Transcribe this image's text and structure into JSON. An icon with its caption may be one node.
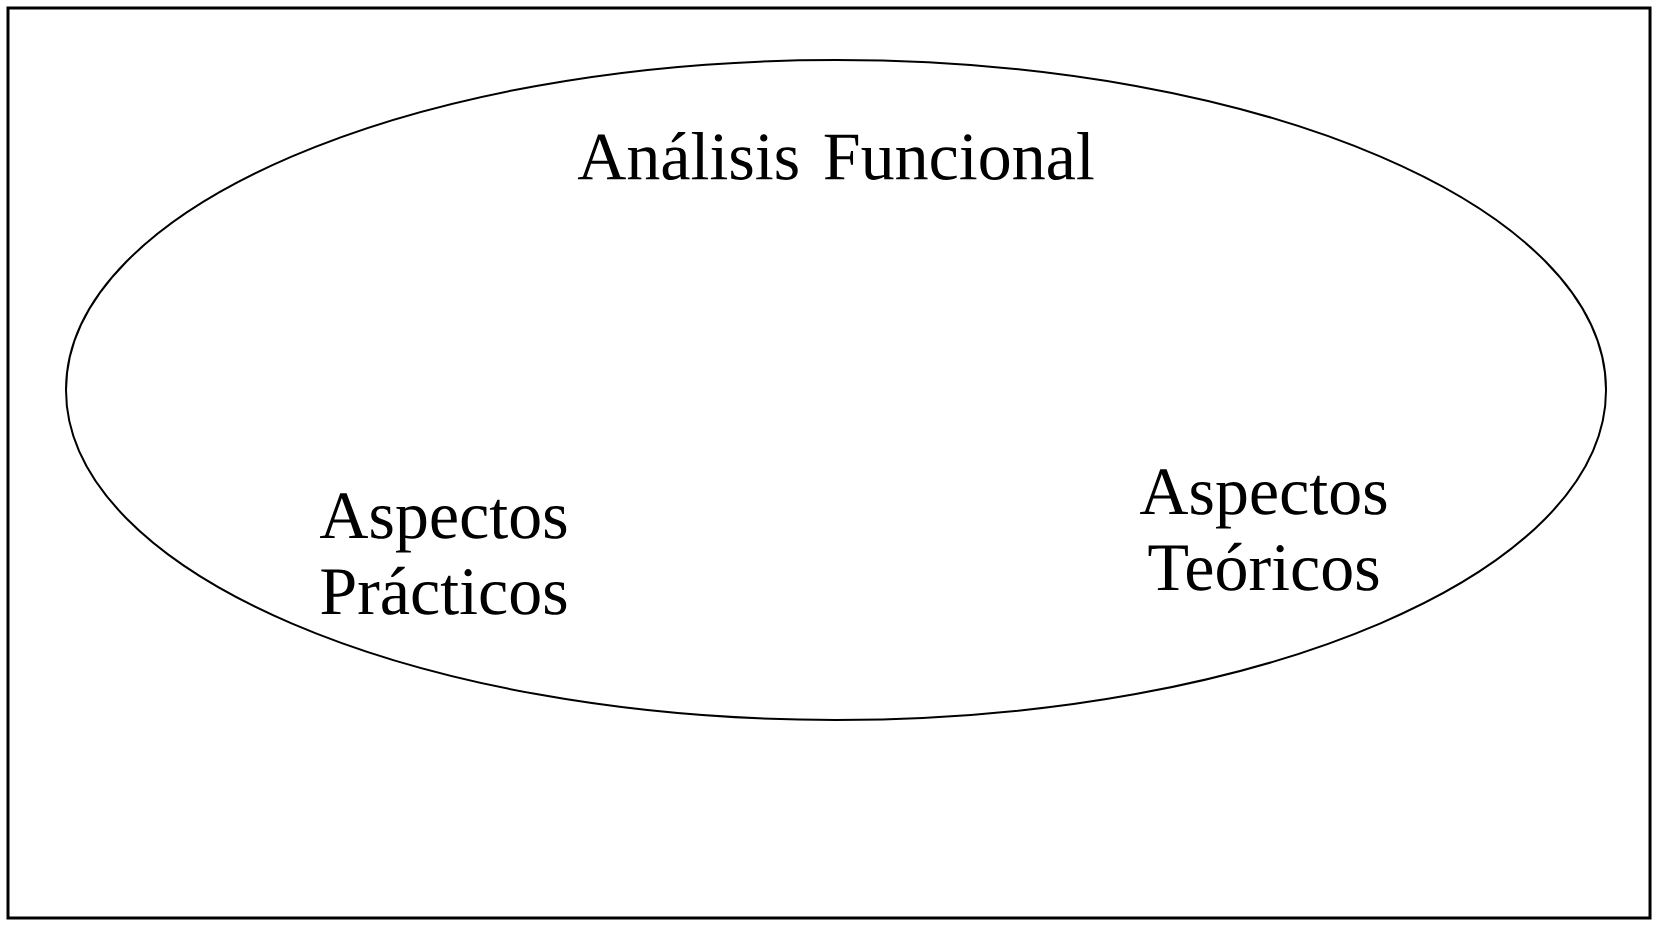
{
  "diagram": {
    "nodes": [
      {
        "text": [
          "Análisis Funcional",
          "Aspectos Prácticos",
          "Aspectos Teóricos"
        ]
      }
    ]
  }
}
